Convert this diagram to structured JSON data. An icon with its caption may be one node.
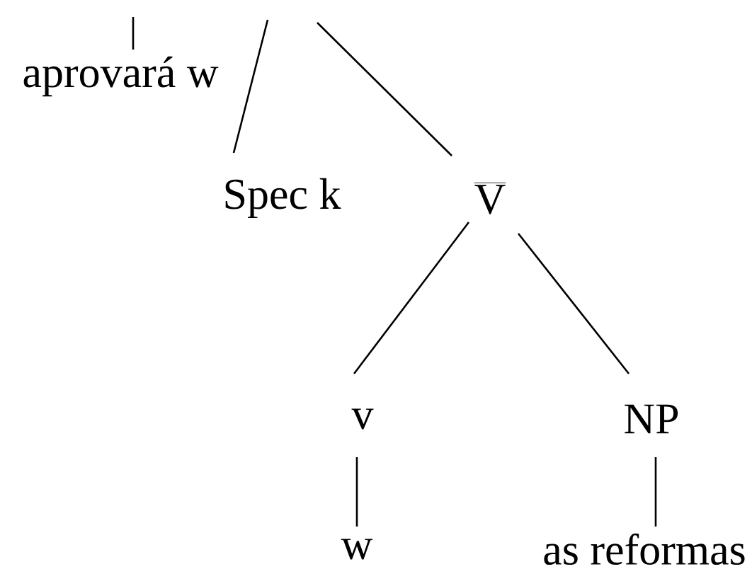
{
  "diagram": {
    "nodes": [
      {
        "text": [
          "aprovará  w"
        ]
      },
      {
        "text": [
          "Spec   k"
        ]
      },
      {
        "text": [
          "V"
        ]
      },
      {
        "text": [
          "v"
        ]
      },
      {
        "text": [
          "NP"
        ]
      },
      {
        "text": [
          "w"
        ]
      },
      {
        "text": [
          "as reformas"
        ]
      }
    ],
    "edges": [
      {
        "from": null,
        "to": 0,
        "arrow": "none"
      },
      {
        "from": null,
        "to": 1,
        "arrow": "none"
      },
      {
        "from": null,
        "to": 2,
        "arrow": "none"
      },
      {
        "from": 2,
        "to": 3,
        "arrow": "none"
      },
      {
        "from": 2,
        "to": 4,
        "arrow": "none"
      },
      {
        "from": 3,
        "to": 5,
        "arrow": "none"
      },
      {
        "from": 4,
        "to": 6,
        "arrow": "none"
      }
    ]
  }
}
